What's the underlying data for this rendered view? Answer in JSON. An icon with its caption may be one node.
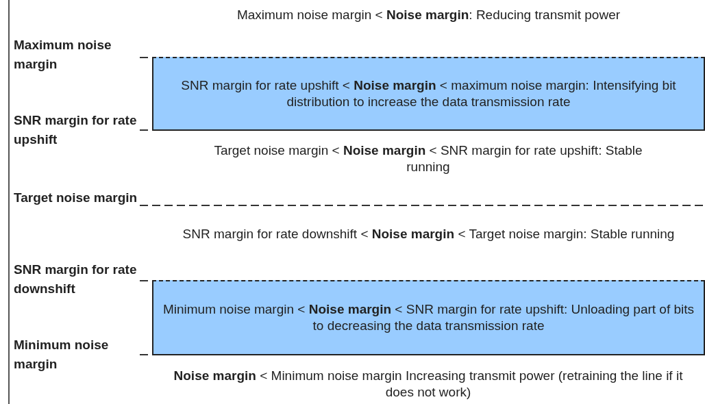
{
  "diagram": {
    "nodes": [
      {
        "text": [
          "SNR margin for rate upshift < **Noise margin** < maximum noise margin: Intensifying bit distribution to increase the data transmission rate"
        ]
      },
      {
        "text": [
          "Minimum noise margin < **Noise margin** < SNR margin for rate upshift: Unloading part of bits to decreasing the data transmission rate"
        ]
      }
    ],
    "edges": [],
    "labels": [
      "Maximum noise margin < **Noise margin**: Reducing transmit power",
      "Maximum noise margin",
      "SNR margin for rate upshift",
      "Target noise margin < **Noise margin** < SNR margin for rate upshift: Stable running",
      "Target noise margin",
      "SNR margin for rate downshift < **Noise margin** < Target noise margin: Stable running",
      "SNR margin for rate downshift",
      "Minimum noise margin",
      "**Noise margin** < Minimum noise margin Increasing transmit power (retraining the line if it does not work)"
    ]
  }
}
